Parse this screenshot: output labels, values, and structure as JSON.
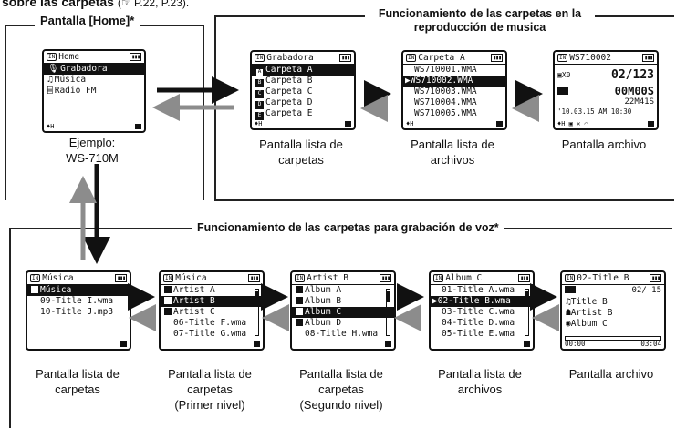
{
  "header": {
    "top_line": "sobre las carpetas",
    "ref": "(☞ P.22, P.23)."
  },
  "home_section": {
    "title": "Pantalla [Home]*",
    "screen": {
      "header": "Home",
      "items": [
        {
          "icon": "microphone-icon",
          "label": "Grabadora",
          "selected": true
        },
        {
          "icon": "music-note-icon",
          "label": "Música",
          "selected": false
        },
        {
          "icon": "radio-icon",
          "label": "Radio FM",
          "selected": false
        }
      ]
    },
    "caption_line1": "Ejemplo:",
    "caption_line2": "WS-710M"
  },
  "music_section": {
    "title_line1": "Funcionamiento de las carpetas en la",
    "title_line2": "reproducción de musica",
    "folder_screen": {
      "header": "Grabadora",
      "items": [
        {
          "mark": "A",
          "label": "Carpeta A",
          "selected": true
        },
        {
          "mark": "B",
          "label": "Carpeta B",
          "selected": false
        },
        {
          "mark": "C",
          "label": "Carpeta C",
          "selected": false
        },
        {
          "mark": "D",
          "label": "Carpeta D",
          "selected": false
        },
        {
          "mark": "E",
          "label": "Carpeta E",
          "selected": false
        }
      ],
      "caption_line1": "Pantalla lista de",
      "caption_line2": "carpetas"
    },
    "file_screen": {
      "header": "Carpeta A",
      "items": [
        {
          "label": "WS710001.WMA",
          "selected": false
        },
        {
          "label": "WS710002.WMA",
          "selected": true
        },
        {
          "label": "WS710003.WMA",
          "selected": false
        },
        {
          "label": "WS710004.WMA",
          "selected": false
        },
        {
          "label": "WS710005.WMA",
          "selected": false
        }
      ],
      "caption_line1": "Pantalla lista de",
      "caption_line2": "archivos"
    },
    "playback_screen": {
      "header": "WS710002",
      "mode": "X0",
      "count": "02/123",
      "elapsed": "00M00S",
      "total": "22M41S",
      "date": "'10.03.15 AM 10:30",
      "caption": "Pantalla archivo"
    }
  },
  "voice_section": {
    "title": "Funcionamiento de las carpetas para grabación de voz*",
    "screens": [
      {
        "header": "Música",
        "items": [
          {
            "folder": true,
            "label": "Música",
            "selected": true
          },
          {
            "folder": false,
            "label": "09-Title I.wma",
            "selected": false
          },
          {
            "folder": false,
            "label": "10-Title J.mp3",
            "selected": false
          }
        ],
        "caption_line1": "Pantalla lista de",
        "caption_line2": "carpetas",
        "caption_line3": ""
      },
      {
        "header": "Música",
        "items": [
          {
            "folder": true,
            "label": "Artist A",
            "selected": false
          },
          {
            "folder": true,
            "label": "Artist B",
            "selected": true
          },
          {
            "folder": true,
            "label": "Artist C",
            "selected": false
          },
          {
            "folder": false,
            "label": "06-Title F.wma",
            "selected": false
          },
          {
            "folder": false,
            "label": "07-Title G.wma",
            "selected": false
          }
        ],
        "caption_line1": "Pantalla lista de",
        "caption_line2": "carpetas",
        "caption_line3": "(Primer nivel)"
      },
      {
        "header": "Artist B",
        "items": [
          {
            "folder": true,
            "label": "Album A",
            "selected": false
          },
          {
            "folder": true,
            "label": "Album B",
            "selected": false
          },
          {
            "folder": true,
            "label": "Album C",
            "selected": true
          },
          {
            "folder": true,
            "label": "Album D",
            "selected": false
          },
          {
            "folder": false,
            "label": "08-Title H.wma",
            "selected": false
          }
        ],
        "caption_line1": "Pantalla lista de",
        "caption_line2": "carpetas",
        "caption_line3": "(Segundo nivel)"
      },
      {
        "header": "Album C",
        "items": [
          {
            "folder": false,
            "label": "01-Title A.wma",
            "selected": false
          },
          {
            "folder": false,
            "label": "02-Title B.wma",
            "selected": true
          },
          {
            "folder": false,
            "label": "03-Title C.wma",
            "selected": false
          },
          {
            "folder": false,
            "label": "04-Title D.wma",
            "selected": false
          },
          {
            "folder": false,
            "label": "05-Title E.wma",
            "selected": false
          }
        ],
        "caption_line1": "Pantalla lista de",
        "caption_line2": "archivos",
        "caption_line3": ""
      }
    ],
    "playback_screen": {
      "header": "02-Title B",
      "count": "02/ 15",
      "title": "Title B",
      "artist": "Artist B",
      "album": "Album C",
      "elapsed": "00:00",
      "total": "03:04",
      "caption": "Pantalla archivo"
    }
  }
}
